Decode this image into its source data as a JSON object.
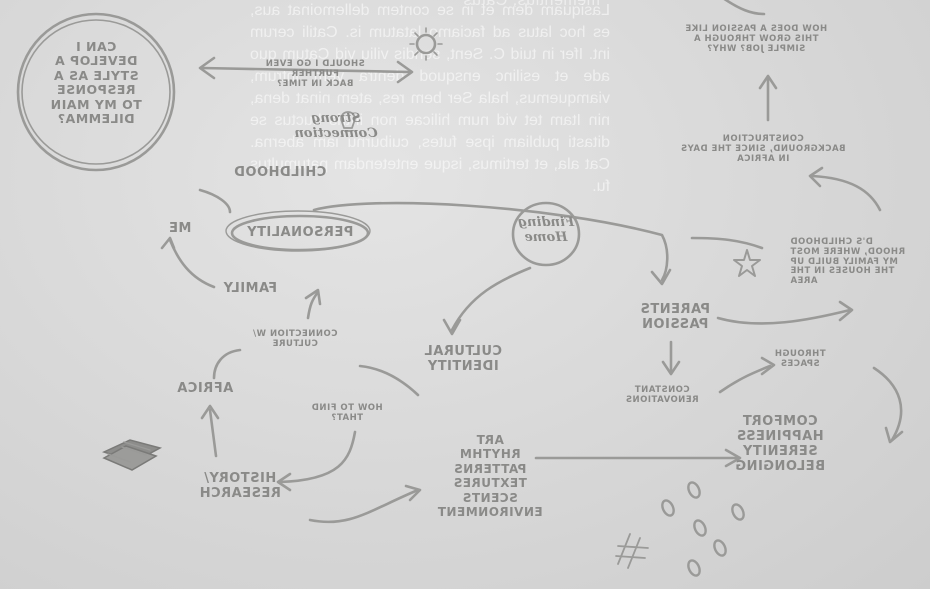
{
  "background_text": "Lasiquam dem et in se contem dellemoinat aus, es hoc latus ad faciamo latatum is. Catili cerum int. Ifer in tuid C. Sent, sendis viliu vid Catum quo ade et esilinc ensquod dentra vem intrum, viamquemus, hala Ser bem res, atem ninat dena, nin Itam tet vid num hilicae non intris huctus se ditasti publiam ipse futes, cuiburnu iam aberna. Cat ala, et tertimus, isque entetendam patumultus fu.",
  "top_mementos": "mementius; Catus",
  "nodes": {
    "question": "CAN I\nDEVELOP A\nSTYLE AS A\nRESPONSE\nTO MY MAIN\nDILEMMA?",
    "go_back": "SHOULD I GO EVEN FURTHER\nBACK IN TIME?",
    "strong_connection": "Strong\nConnection",
    "passion_grow": "HOW DOES A PASSION LIKE\nTHIS GROW THROUGH A\nSIMPLE JOB? WHY?",
    "construction": "CONSTRUCTION\nBACKGROUND, SINCE THE DAYS\nIN AFRICA",
    "childhood_top": "CHILDHOOD",
    "me": "ME",
    "personality": "PERSONALITY",
    "finding_home": "Finding\nHome",
    "parents_childhood": "D'S CHILDHOOD\nRHOOD, WHERE MOST\nMY FAMILY BUILD UP\nTHE HOUSES IN THE\nAREA",
    "family": "FAMILY",
    "connection_culture": "CONNECTION W/\nCULTURE",
    "parents_passion": "PARENTS\nPASSION",
    "cultural_identity": "CULTURAL\nIDENTITY",
    "through_spaces": "THROUGH\nSPACES",
    "africa": "AFRICA",
    "how_find": "HOW TO FIND\nTHAT?",
    "constant_renovations": "CONSTANT\nRENOVATIONS",
    "comfort": "COMFORT\nHAPPINESS\nSERENITY\nBELONGING",
    "history": "HISTORY/\nRESEARCH",
    "art_list": "ART\nRHYTHM\nPATTERNS\nTEXTURES\nSCENTS\nENVIRONMENT"
  },
  "icons": [
    "sun-icon",
    "lightbulb-icon",
    "star-icon",
    "book-icon",
    "hashtag-icon",
    "loops-icon"
  ]
}
